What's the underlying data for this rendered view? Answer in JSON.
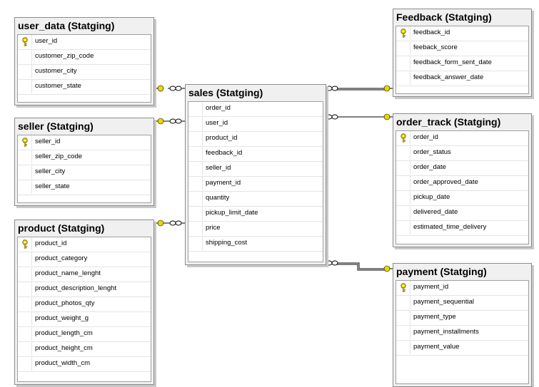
{
  "tables": {
    "user_data": {
      "title": "user_data (Statging)",
      "columns": [
        "user_id",
        "customer_zip_code",
        "customer_city",
        "customer_state"
      ]
    },
    "seller": {
      "title": "seller (Statging)",
      "columns": [
        "seller_id",
        "seller_zip_code",
        "seller_city",
        "seller_state"
      ]
    },
    "product": {
      "title": "product (Statging)",
      "columns": [
        "product_id",
        "product_category",
        "product_name_lenght",
        "product_description_lenght",
        "product_photos_qty",
        "product_weight_g",
        "product_length_cm",
        "product_height_cm",
        "product_width_cm"
      ]
    },
    "sales": {
      "title": "sales (Statging)",
      "columns": [
        "order_id",
        "user_id",
        "product_id",
        "feedback_id",
        "seller_id",
        "payment_id",
        "quantity",
        "pickup_limit_date",
        "price",
        "shipping_cost"
      ]
    },
    "feedback": {
      "title": "Feedback (Statging)",
      "columns": [
        "feedback_id",
        "feeback_score",
        "feedback_form_sent_date",
        "feedback_answer_date"
      ]
    },
    "order_track": {
      "title": "order_track (Statging)",
      "columns": [
        "order_id",
        "order_status",
        "order_date",
        "order_approved_date",
        "pickup_date",
        "delivered_date",
        "estimated_time_delivery"
      ]
    },
    "payment": {
      "title": "payment (Statging)",
      "columns": [
        "payment_id",
        "payment_sequential",
        "payment_type",
        "payment_installments",
        "payment_value"
      ]
    }
  },
  "colors": {
    "key": "#e8d800",
    "line": "#000000"
  }
}
